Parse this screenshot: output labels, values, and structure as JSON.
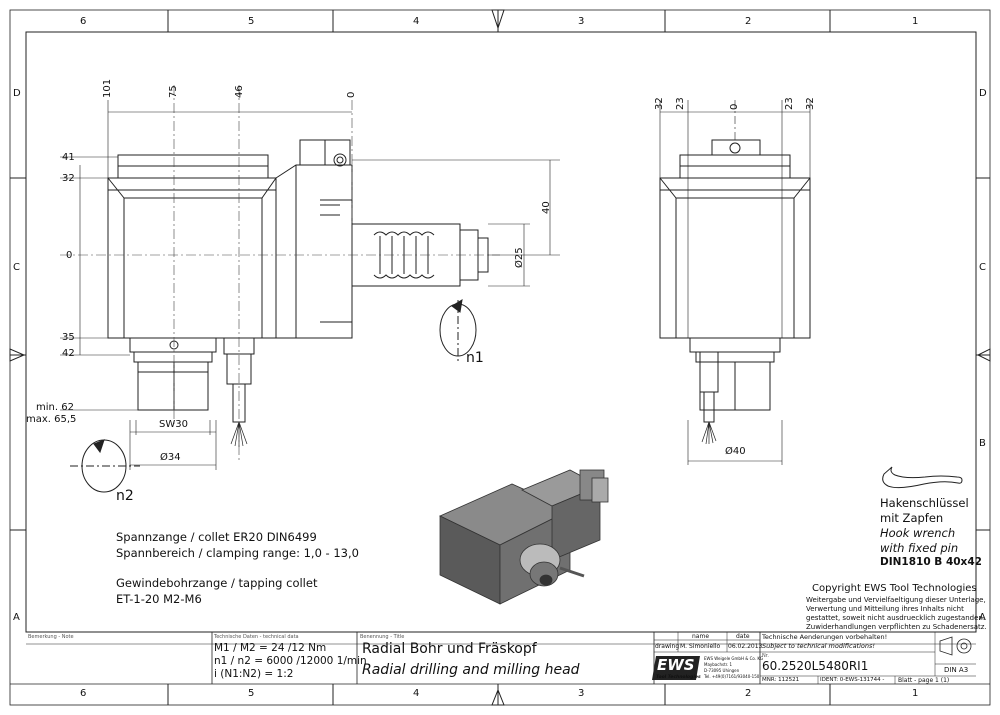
{
  "grid": {
    "columns": [
      "6",
      "5",
      "4",
      "3",
      "2",
      "1"
    ],
    "rows_left": [
      "D",
      "C",
      "A"
    ],
    "rows_right": [
      "D",
      "C",
      "B",
      "A"
    ]
  },
  "front_view": {
    "dims_top": [
      "101",
      "75",
      "46",
      "0"
    ],
    "dims_left": [
      "41",
      "32",
      "0",
      "35",
      "42"
    ],
    "dim_40": "40",
    "dim_25": "Ø25",
    "min_62": "min. 62",
    "max_655": "max. 65,5",
    "sw30": "SW30",
    "d34": "Ø34",
    "n1": "n1",
    "n2": "n2"
  },
  "side_view": {
    "dims_top": [
      "32",
      "23",
      "0",
      "23",
      "32"
    ],
    "d40": "Ø40"
  },
  "notes": {
    "collet_line1": "Spannzange / collet   ER20   DIN6499",
    "collet_line2": "Spannbereich / clamping range: 1,0 - 13,0",
    "tap_line1": "Gewindebohrzange / tapping collet",
    "tap_line2": "ET-1-20   M2-M6"
  },
  "wrench": {
    "line1": "Hakenschlüssel",
    "line2": "mit Zapfen",
    "line3": "Hook wrench",
    "line4": "with fixed pin",
    "line5": "DIN1810 B 40x42"
  },
  "copyright": {
    "title": "Copyright EWS Tool Technologies",
    "l1": "Weitergabe und Vervielfaeltigung dieser Unterlage,",
    "l2": "Verwertung und Mitteilung ihres Inhalts nicht",
    "l3": "gestattet, soweit nicht ausdruecklich zugestanden.",
    "l4": "Zuwiderhandlungen verpflichten zu Schadenersatz."
  },
  "titleblock": {
    "bemerkung_label": "Bemerkung - Note",
    "techdata_label": "Technische Daten - technical data",
    "torque": "M1 / M2 = 24  /12  Nm",
    "speed": "n1 / n2 = 6000 /12000 1/min",
    "ratio": "i  (N1:N2) = 1:2",
    "benennung_label": "Benennung - Title",
    "title_de": "Radial Bohr und Fräskopf",
    "title_en": "Radial drilling and milling head",
    "col_name": "name",
    "col_date": "date",
    "row_drawing": "drawing",
    "drawing_name": "M. Simoniello",
    "drawing_date": "06.02.2013",
    "logo": "EWS",
    "logo_sub": "Tool Technologies",
    "company_l1": "EWS Weigele GmbH & Co. KG",
    "company_l2": "Maybachstr. 1",
    "company_l3": "D-73095 Uhingen",
    "company_l4": "Tel. +49(0)7161/93040-150",
    "change_de": "Technische Aenderungen vorbehalten!",
    "change_en": "Subject to technical modifications!",
    "nr_label": "Nr.",
    "part_no": "60.2520L5480RI1",
    "mnr": "MNR: 112521",
    "ident": "IDENT: 0-EWS-131744 -",
    "blatt": "Blatt - page  1 (1)",
    "din": "DIN A3"
  }
}
